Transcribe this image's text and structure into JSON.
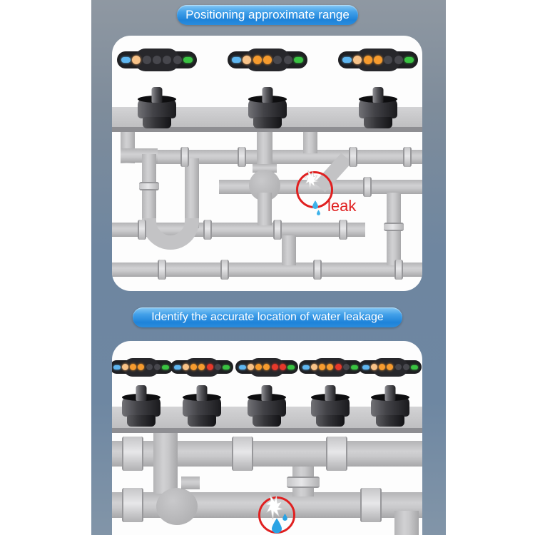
{
  "banners": {
    "top_label": "Positioning approximate range",
    "bottom_label": "Identify the accurate location of water leakage"
  },
  "leak": {
    "label": "leak"
  },
  "colors": {
    "banner_blue": "#1e83d9",
    "backdrop_top": "#8f98a2",
    "backdrop_mid": "#6e86a0",
    "backdrop_bottom": "#8295a8",
    "panel_white": "#fdfdfd",
    "pipe_gray": "#c6c6c8",
    "rail_gray": "#c5c5c7",
    "leak_red": "#e02020",
    "drop_blue": "#2aa7e8",
    "led_blue": "#5fb6f0",
    "led_green": "#3ac342",
    "led_amber": "#f7c288",
    "led_orange": "#f69b2e",
    "led_red": "#e6392b",
    "led_off": "#47474d"
  },
  "panels": {
    "top": {
      "devices": [
        {
          "leds": [
            "blue",
            "amber",
            "off",
            "off",
            "off",
            "off",
            "green"
          ]
        },
        {
          "leds": [
            "blue",
            "amber",
            "orange",
            "orange",
            "off",
            "off",
            "green"
          ]
        },
        {
          "leds": [
            "blue",
            "amber",
            "orange",
            "orange",
            "off",
            "off",
            "green"
          ]
        }
      ]
    },
    "bottom": {
      "devices": [
        {
          "leds": [
            "blue",
            "amber",
            "orange",
            "orange",
            "off",
            "off",
            "green"
          ]
        },
        {
          "leds": [
            "blue",
            "amber",
            "orange",
            "orange",
            "red",
            "off",
            "green"
          ]
        },
        {
          "leds": [
            "blue",
            "amber",
            "orange",
            "orange",
            "red",
            "red",
            "green"
          ]
        },
        {
          "leds": [
            "blue",
            "amber",
            "orange",
            "orange",
            "red",
            "off",
            "green"
          ]
        },
        {
          "leds": [
            "blue",
            "amber",
            "orange",
            "orange",
            "off",
            "off",
            "green"
          ]
        }
      ]
    }
  }
}
